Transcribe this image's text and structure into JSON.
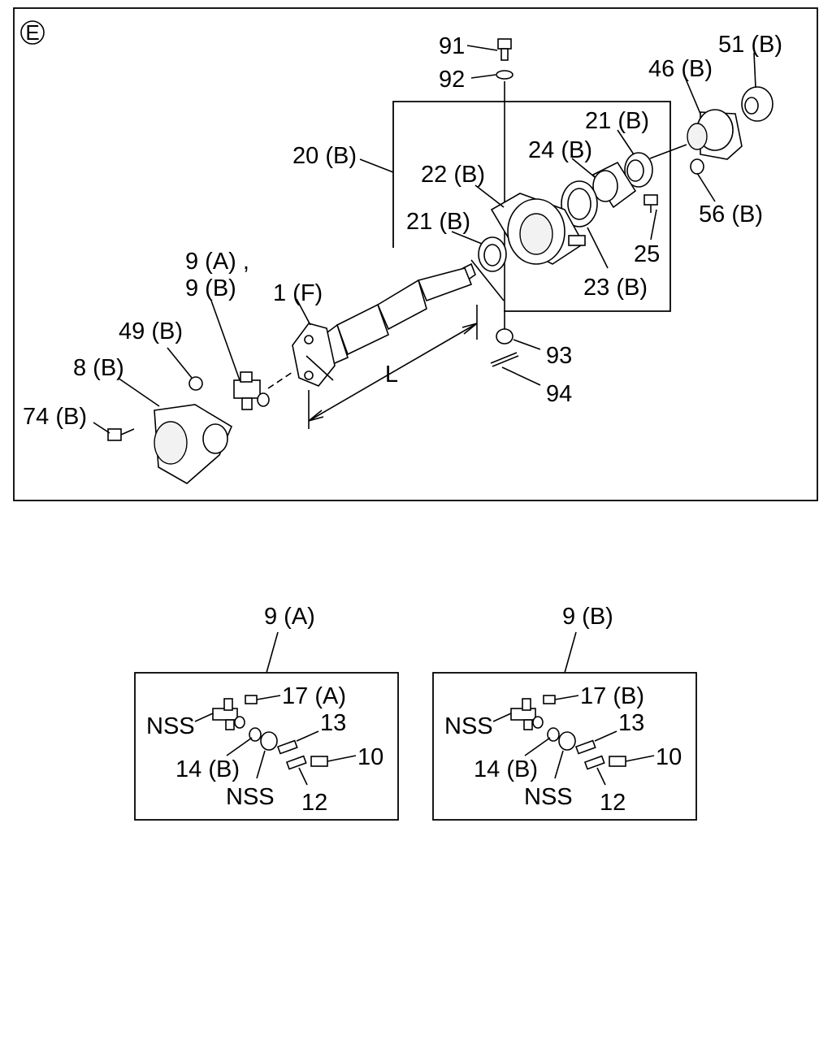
{
  "view_marker": "E",
  "dimension_label": "L",
  "callouts": {
    "p91": "91",
    "p92": "92",
    "p51": "51 (B)",
    "p46": "46 (B)",
    "p21b_top": "21 (B)",
    "p20": "20 (B)",
    "p24": "24 (B)",
    "p22": "22 (B)",
    "p56": "56 (B)",
    "p21b_mid": "21 (B)",
    "p25": "25",
    "p9a_main": "9 (A) ,",
    "p9b_main": "9 (B)",
    "p23": "23 (B)",
    "p1f": "1 (F)",
    "p49": "49 (B)",
    "p93": "93",
    "p8": "8 (B)",
    "p94": "94",
    "p74": "74 (B)"
  },
  "detail_a": {
    "title": "9 (A)",
    "p17": "17 (A)",
    "nss1": "NSS",
    "p13": "13",
    "p14": "14 (B)",
    "p10": "10",
    "nss2": "NSS",
    "p12": "12"
  },
  "detail_b": {
    "title": "9 (B)",
    "p17": "17 (B)",
    "nss1": "NSS",
    "p13": "13",
    "p14": "14 (B)",
    "p10": "10",
    "nss2": "NSS",
    "p12": "12"
  }
}
